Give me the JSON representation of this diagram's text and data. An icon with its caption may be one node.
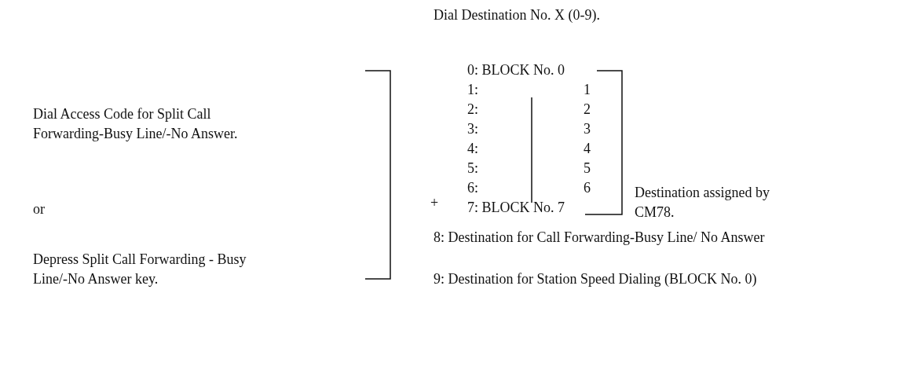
{
  "diagram": {
    "labels": [
      "Dial Destination No. X (0-9).",
      "Dial Access Code for Split Call Forwarding-Busy Line/-No Answer.",
      "or",
      "Depress Split Call Forwarding - Busy Line/-No Answer key.",
      "+",
      "0: BLOCK No. 0",
      "1:",
      "1",
      "2:",
      "2",
      "3:",
      "3",
      "4:",
      "4",
      "5:",
      "5",
      "6:",
      "6",
      "7: BLOCK No. 7",
      "Destination assigned by CM78.",
      "8: Destination for Call Forwarding-Busy Line/ No Answer",
      "9: Destination for Station Speed Dialing (BLOCK No. 0)"
    ]
  }
}
